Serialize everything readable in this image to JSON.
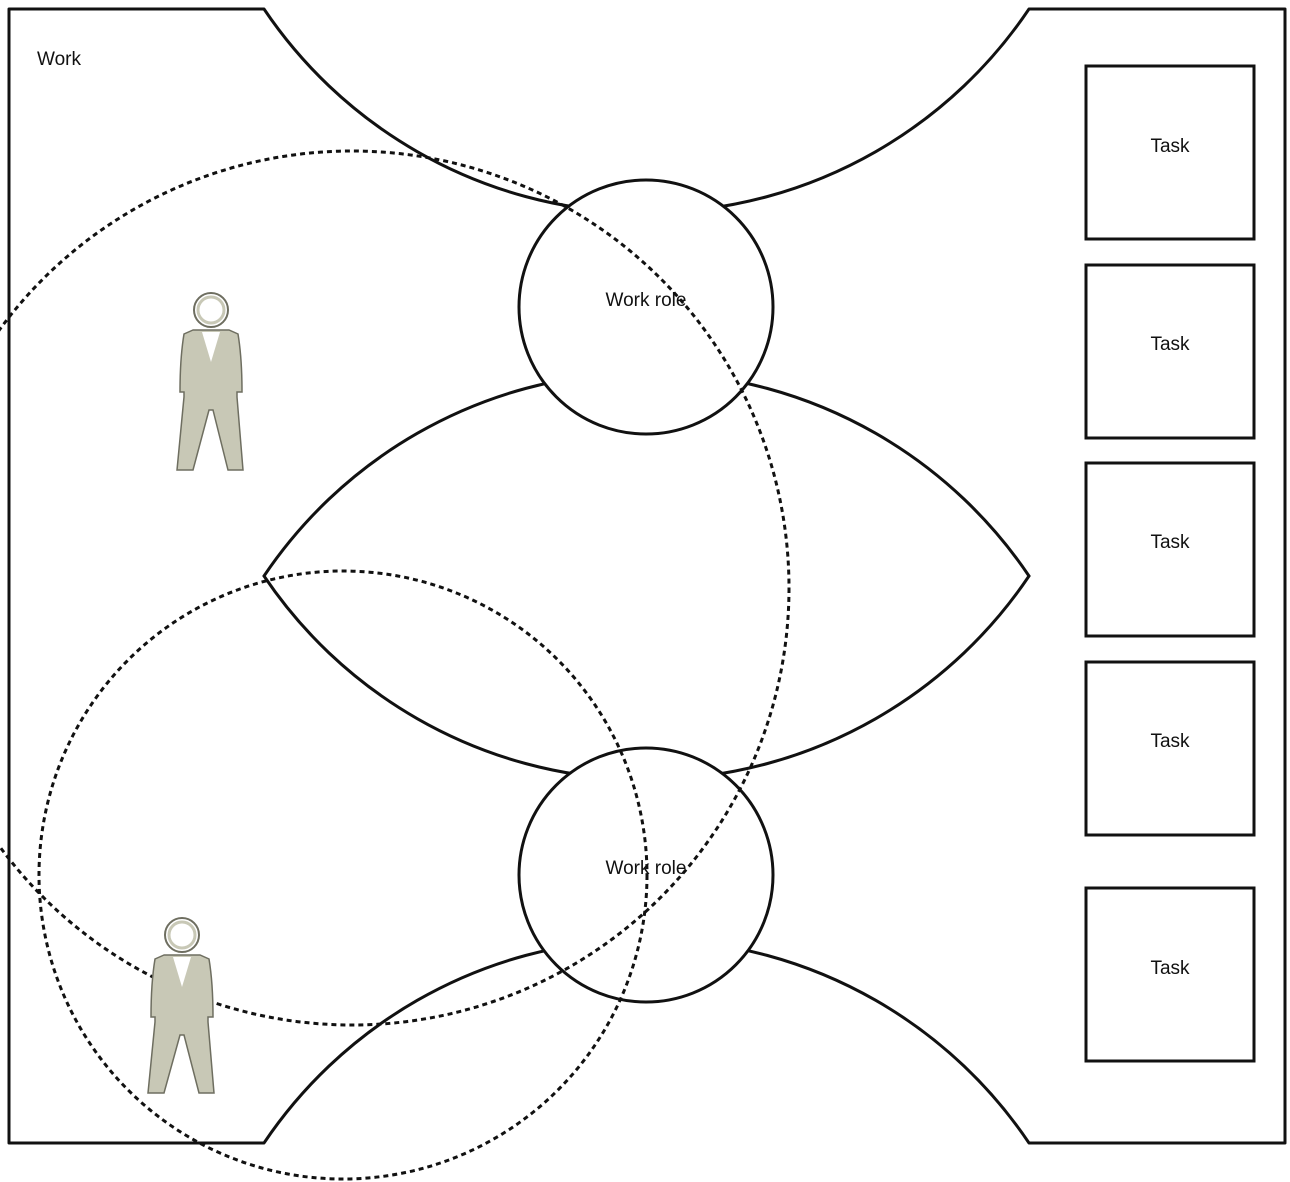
{
  "work_area": {
    "label": "Work"
  },
  "work_roles": [
    {
      "label": "Work role"
    },
    {
      "label": "Work role"
    }
  ],
  "tasks": [
    {
      "label": "Task"
    },
    {
      "label": "Task"
    },
    {
      "label": "Task"
    },
    {
      "label": "Task"
    },
    {
      "label": "Task"
    }
  ],
  "people": [
    {
      "icon": "person-icon"
    },
    {
      "icon": "person-icon"
    }
  ],
  "colors": {
    "line": "#111111",
    "person_fill": "#c8c8b6"
  }
}
